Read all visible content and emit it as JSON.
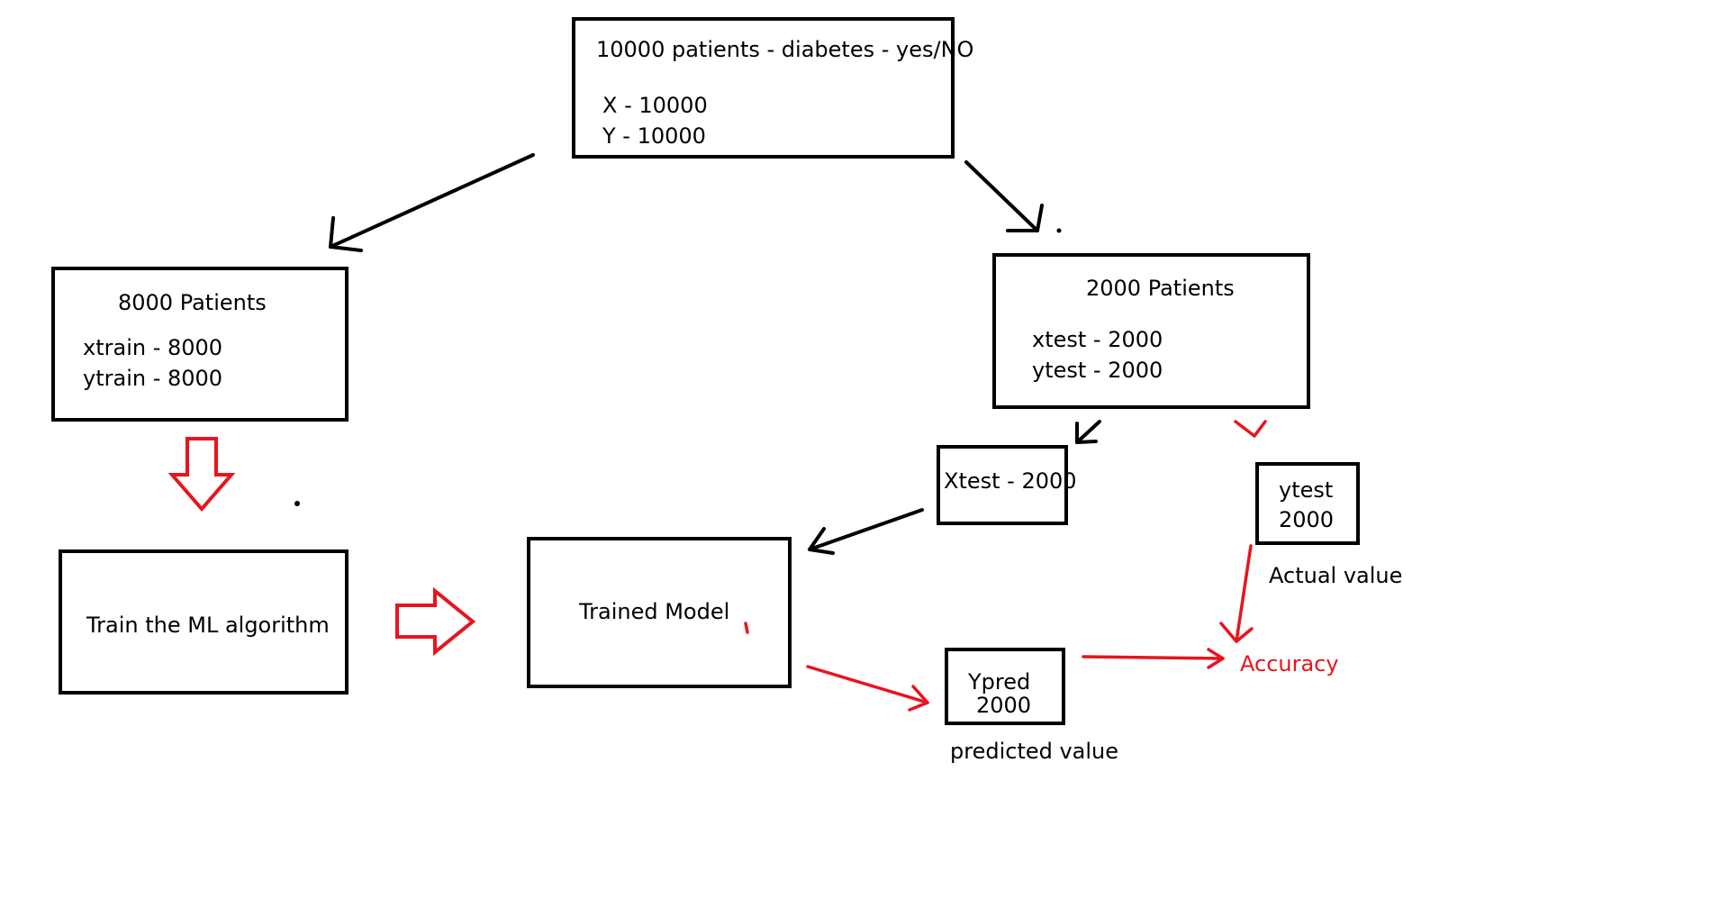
{
  "colors": {
    "ink": "#000000",
    "accent": "#e8141e",
    "background": "#ffffff"
  },
  "boxes": {
    "dataset": {
      "title": "10000 patients - diabetes - yes/NO",
      "line1": "X - 10000",
      "line2": "Y - 10000"
    },
    "train_set": {
      "title": "8000 Patients",
      "line1": "xtrain - 8000",
      "line2": "ytrain - 8000"
    },
    "test_set": {
      "title": "2000 Patients",
      "line1": "xtest - 2000",
      "line2": "ytest - 2000"
    },
    "train_algorithm": {
      "label": "Train the ML algorithm"
    },
    "trained_model": {
      "label": "Trained Model"
    },
    "xtest": {
      "label": "Xtest - 2000"
    },
    "ytest": {
      "line1": "ytest",
      "line2": "2000"
    },
    "ypred": {
      "line1": "Ypred",
      "line2": "2000"
    }
  },
  "labels": {
    "actual_value": "Actual value",
    "predicted_value": "predicted value",
    "accuracy": "Accuracy"
  }
}
